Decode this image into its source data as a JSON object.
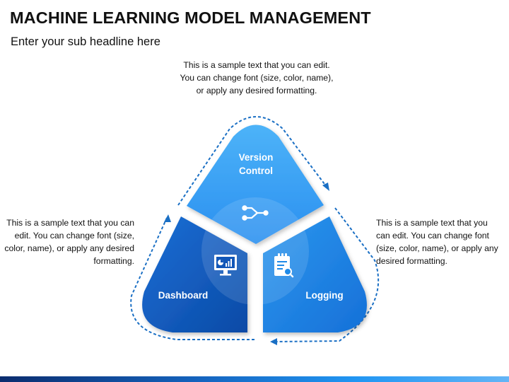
{
  "header": {
    "title": "MACHINE LEARNING MODEL MANAGEMENT",
    "subtitle": "Enter your sub headline here"
  },
  "segments": [
    {
      "id": "version-control",
      "label_line1": "Version",
      "label_line2": "Control",
      "icon": "branch-merge-icon",
      "color": "#3aa5f5"
    },
    {
      "id": "dashboard",
      "label": "Dashboard",
      "icon": "monitor-chart-icon",
      "color": "#1463c9"
    },
    {
      "id": "logging",
      "label": "Logging",
      "icon": "clipboard-search-icon",
      "color": "#1f8ae8"
    }
  ],
  "descriptions": {
    "top": "This is a sample text that you can edit. You can change font (size, color, name), or apply any desired formatting.",
    "left": "This is a sample text that you can edit. You can change font (size, color, name), or apply any desired formatting.",
    "right": "This is a sample text that you can edit. You can change font (size, color, name), or apply any desired formatting."
  },
  "colors": {
    "dark_blue": "#0d4fb0",
    "mid_blue": "#1f8ae8",
    "light_blue": "#3aa5f5",
    "arrow_blue": "#1a6fc4"
  }
}
